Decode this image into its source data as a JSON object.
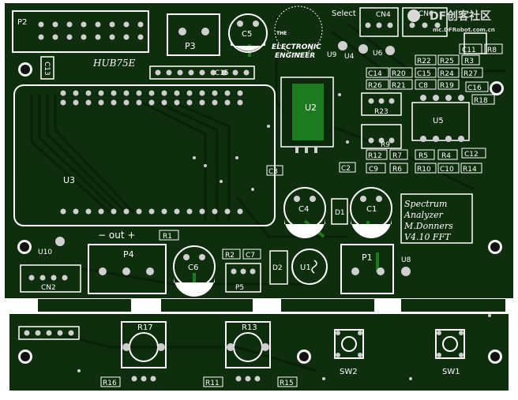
{
  "colors": {
    "board": "#0e2e0e",
    "board_dark": "#072007",
    "trace": "#0a250a",
    "copper": "#1e7a1e",
    "silk": "#ffffff",
    "pad": "#cfcfcf",
    "hole": "#0a0a0a"
  },
  "header": {
    "p2": "P2",
    "hub75e": "HUB75E",
    "c13": "C13",
    "p3": "P3",
    "c5": "C5",
    "c15": "C15",
    "logo_line1": "THE",
    "logo_line2": "ELECTRONIC",
    "logo_line3": "ENGINEER",
    "u9": "U9",
    "u4": "U4",
    "u6": "U6",
    "select": "Select",
    "cn4": "CN4",
    "cn6": "CN6",
    "watermark_df": "DF",
    "watermark_cn": "创客社区",
    "watermark_url": "mc.DFRobot.com.cn"
  },
  "components": {
    "u2": "U2",
    "u3": "U3",
    "u5": "U5",
    "c3": "C3",
    "c4": "C4",
    "c1": "C1",
    "c2": "C2",
    "d1": "D1",
    "r23": "R23",
    "r9": "R9",
    "r22": "R22",
    "r25": "R25",
    "r3": "R3",
    "c11": "C11",
    "r8": "R8",
    "c14": "C14",
    "r20": "R20",
    "c15b": "C15",
    "r24": "R24",
    "r27": "R27",
    "r26": "R26",
    "r21": "R21",
    "c8": "C8",
    "r19": "R19",
    "c16": "C16",
    "r18": "R18",
    "r12": "R12",
    "r7": "R7",
    "r5": "R5",
    "r4": "R4",
    "c12": "C12",
    "c9": "C9",
    "r6": "R6",
    "r10": "R10",
    "c10": "C10",
    "r14": "R14"
  },
  "info": {
    "line1": "Spectrum",
    "line2": "Analyzer",
    "line3": "M.Donners",
    "line4": "V4.10 FFT"
  },
  "lower": {
    "out_label": "− out +",
    "r1": "R1",
    "u10": "U10",
    "cn2": "CN2",
    "p4": "P4",
    "c6": "C6",
    "r2": "R2",
    "c7": "C7",
    "p5": "P5",
    "d2": "D2",
    "u1": "U1",
    "p1": "P1",
    "u8": "U8"
  },
  "bottom": {
    "r17": "R17",
    "r13": "R13",
    "r16": "R16",
    "r11": "R11",
    "r15": "R15",
    "sw2": "SW2",
    "sw1": "SW1"
  }
}
